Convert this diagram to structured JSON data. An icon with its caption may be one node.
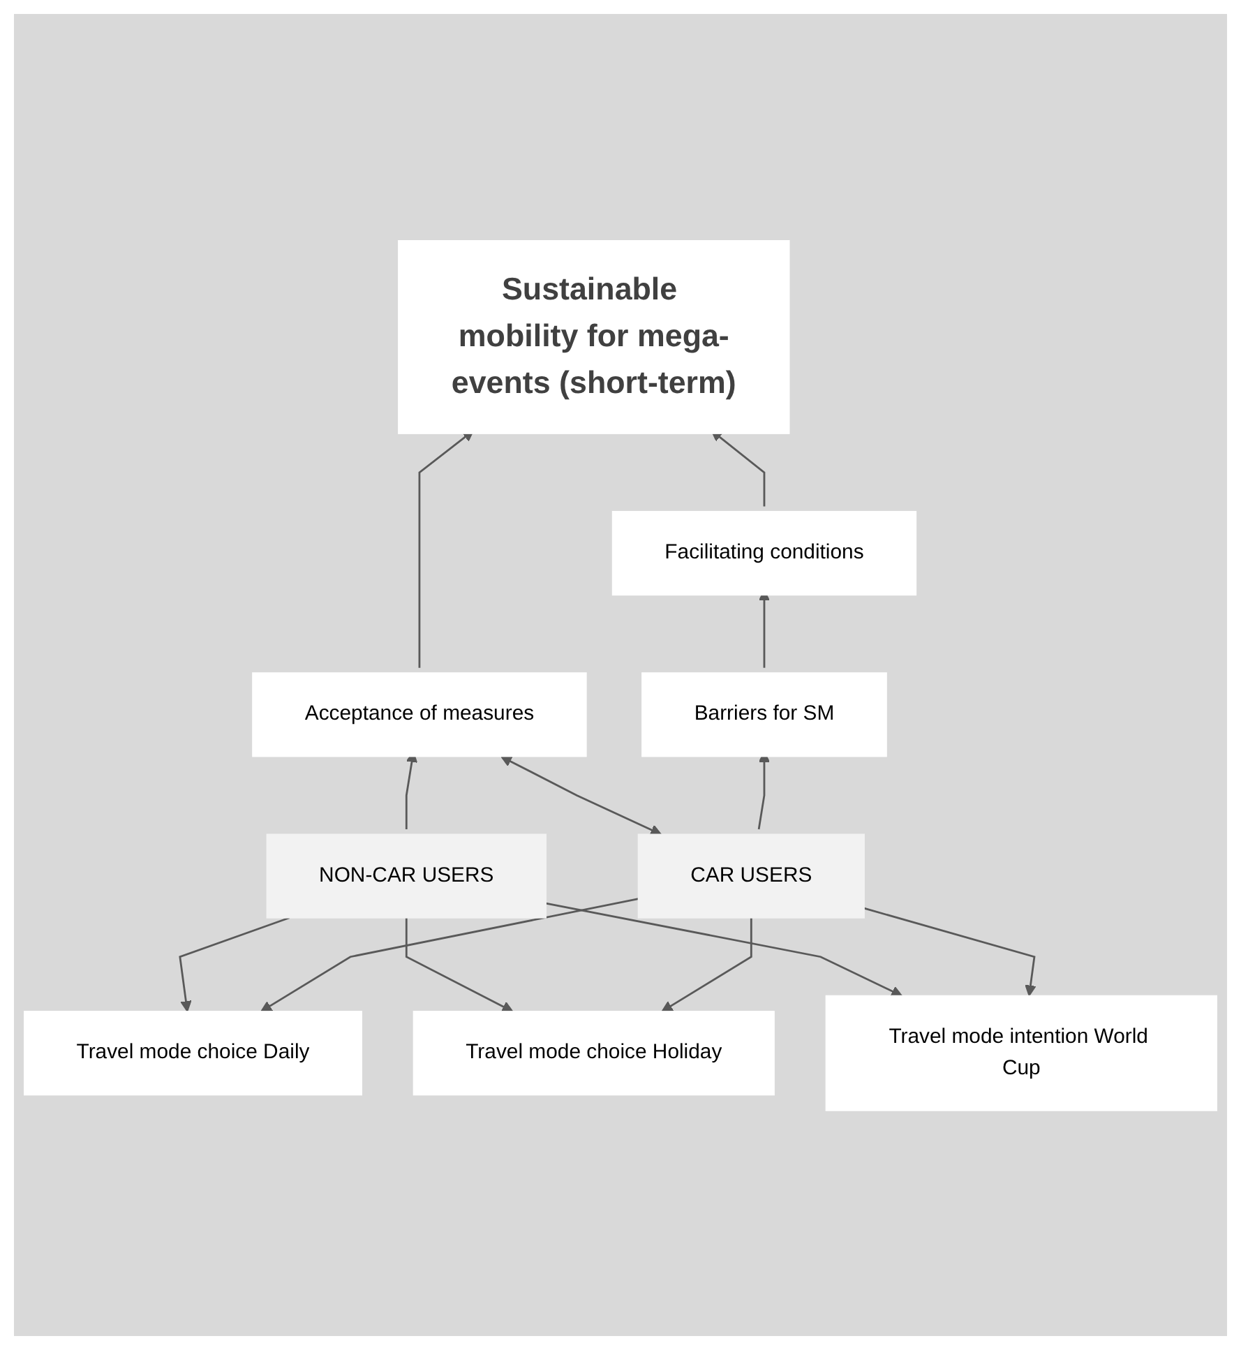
{
  "diagram": {
    "nodes": [
      {
        "text": [
          "Sustainable mobility for mega-events (short-term)"
        ]
      },
      {
        "text": [
          "Facilitating conditions"
        ]
      },
      {
        "text": [
          "Acceptance of measures"
        ]
      },
      {
        "text": [
          "Barriers for SM"
        ]
      },
      {
        "text": [
          "NON-CAR USERS"
        ]
      },
      {
        "text": [
          "CAR USERS"
        ]
      },
      {
        "text": [
          "Travel mode choice Daily"
        ]
      },
      {
        "text": [
          "Travel mode choice Holiday"
        ]
      },
      {
        "text": [
          "Travel mode intention World Cup"
        ]
      }
    ],
    "edges": [
      {
        "from": 2,
        "to": 0,
        "arrow": "to"
      },
      {
        "from": 1,
        "to": 0,
        "arrow": "to"
      },
      {
        "from": 3,
        "to": 1,
        "arrow": "to"
      },
      {
        "from": 4,
        "to": 2,
        "arrow": "to"
      },
      {
        "from": 2,
        "to": 5,
        "arrow": "both"
      },
      {
        "from": 5,
        "to": 3,
        "arrow": "to"
      },
      {
        "from": 4,
        "to": 6,
        "arrow": "to"
      },
      {
        "from": 4,
        "to": 7,
        "arrow": "to"
      },
      {
        "from": 4,
        "to": 8,
        "arrow": "to"
      },
      {
        "from": 5,
        "to": 6,
        "arrow": "to"
      },
      {
        "from": 5,
        "to": 7,
        "arrow": "to"
      },
      {
        "from": 5,
        "to": 8,
        "arrow": "to"
      }
    ]
  }
}
